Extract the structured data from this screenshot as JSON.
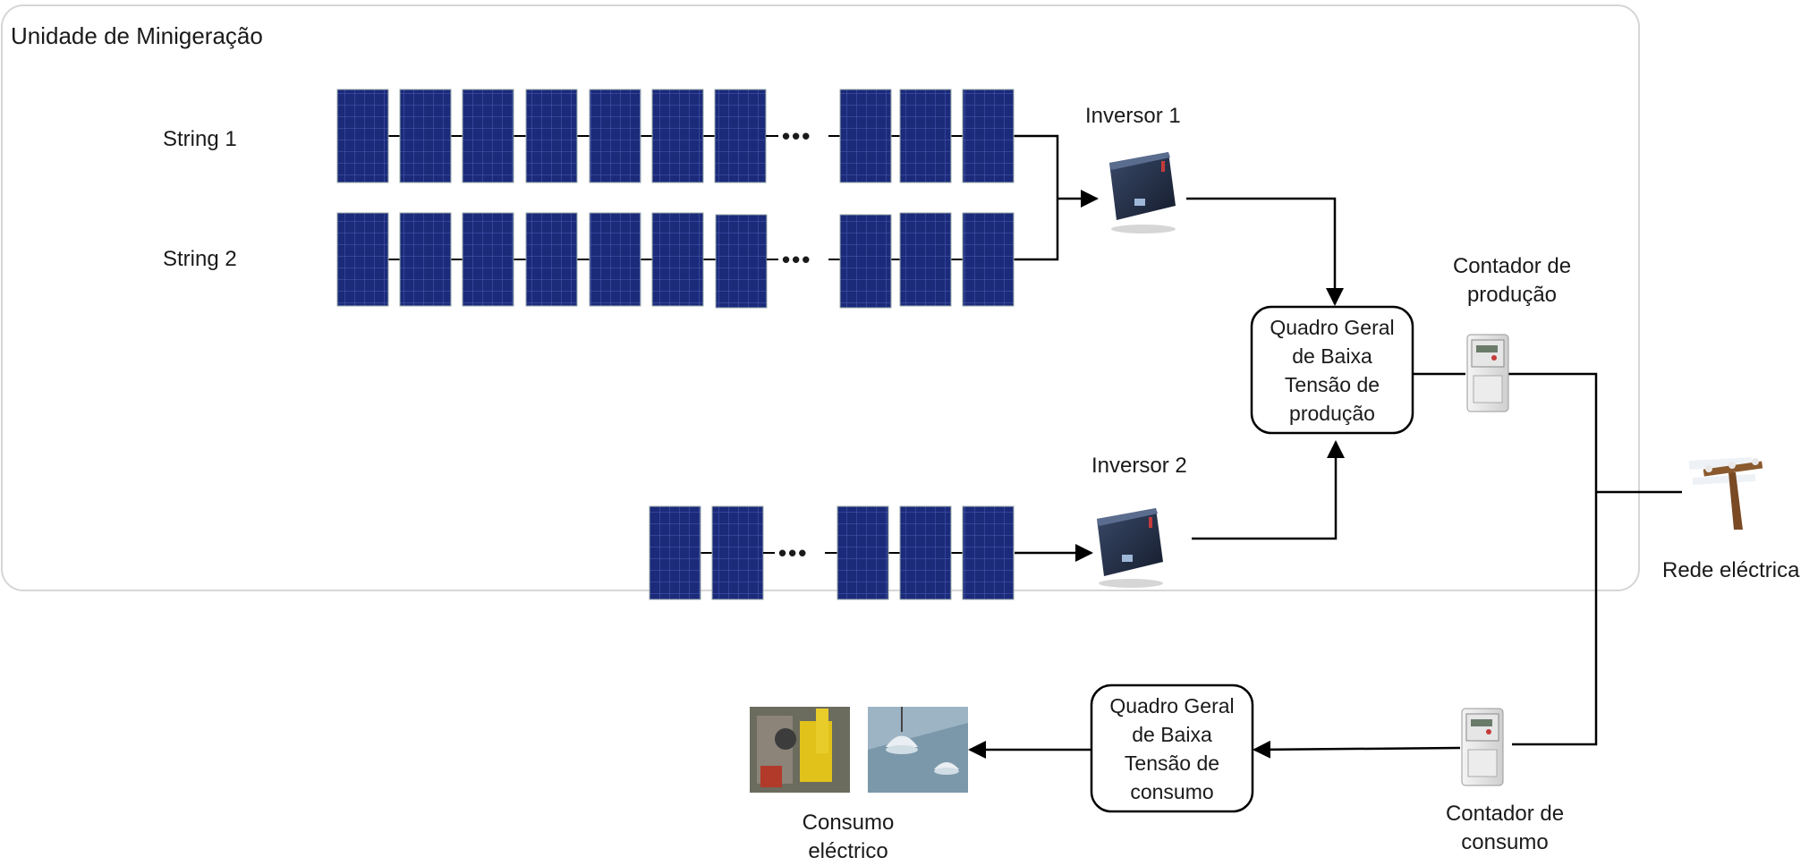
{
  "region": {
    "title": "Unidade de Minigeração"
  },
  "strings": [
    {
      "label": "String 1"
    },
    {
      "label": "String 2"
    }
  ],
  "inverters": [
    {
      "label": "Inversor 1"
    },
    {
      "label": "Inversor 2"
    }
  ],
  "panels": {
    "ellipsis": "•••",
    "panel_color": "#1c2a7a",
    "grid_color": "#4a5fb4"
  },
  "switchboards": {
    "production": {
      "lines": [
        "Quadro Geral",
        "de Baixa",
        "Tensão de",
        "produção"
      ]
    },
    "consumption": {
      "lines": [
        "Quadro Geral",
        "de Baixa",
        "Tensão de",
        "consumo"
      ]
    }
  },
  "meters": {
    "production": {
      "lines": [
        "Contador de",
        "produção"
      ]
    },
    "consumption": {
      "lines": [
        "Contador de",
        "consumo"
      ]
    }
  },
  "grid": {
    "label": "Rede eléctrica"
  },
  "consumption": {
    "lines": [
      "Consumo",
      "eléctrico"
    ]
  },
  "icons": [
    "solar-panel-icon",
    "inverter-icon",
    "energy-meter-icon",
    "power-pole-icon",
    "industrial-photo"
  ]
}
